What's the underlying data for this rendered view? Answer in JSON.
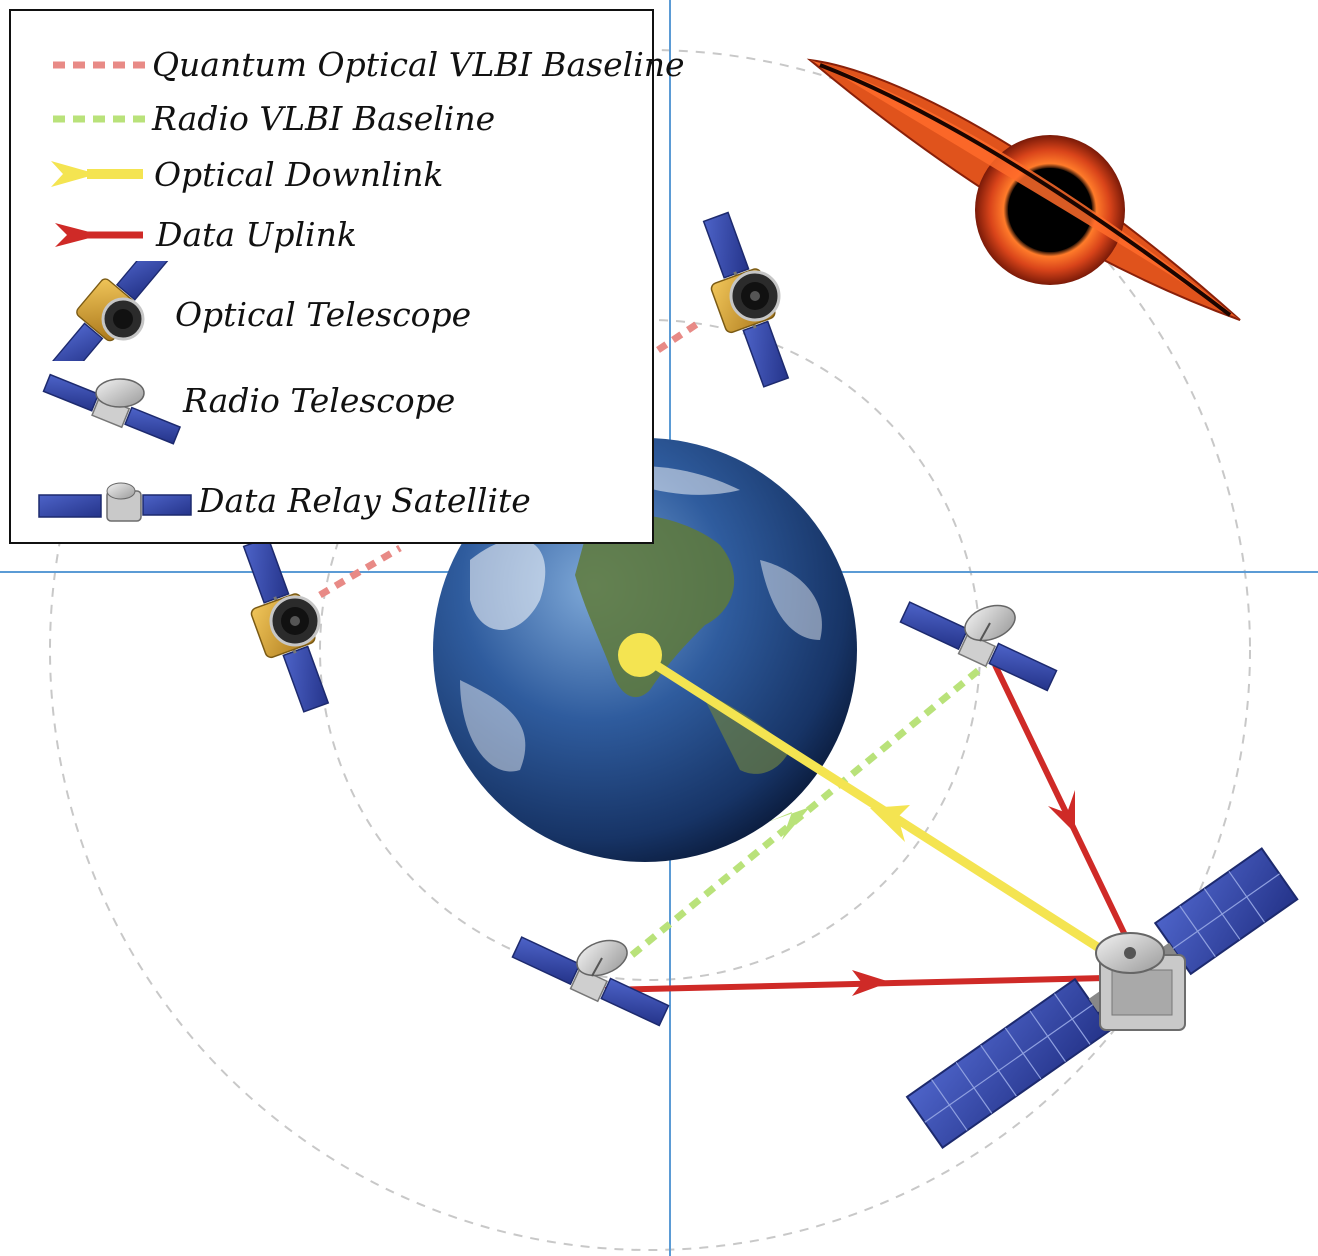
{
  "legend": {
    "quantum_baseline": "Quantum Optical VLBI Baseline",
    "radio_baseline": "Radio VLBI Baseline",
    "optical_downlink": "Optical Downlink",
    "data_uplink": "Data Uplink",
    "optical_telescope": "Optical Telescope",
    "radio_telescope": "Radio Telescope",
    "relay_satellite": "Data Relay Satellite"
  },
  "colors": {
    "quantum_baseline": "#e88a86",
    "radio_baseline": "#b9e27a",
    "optical_downlink": "#f4e451",
    "data_uplink": "#cf2a27",
    "axis_lines": "#5b9bd5",
    "orbit_lines": "#c8c8c8",
    "solar_panel": "#3a4db0",
    "gold_foil": "#d9a62e",
    "black_hole_disk": "#e0531c"
  },
  "icons": {
    "earth": "earth-globe",
    "black_hole": "black-hole-accretion-disk",
    "optical_telescope": "optical-telescope-satellite",
    "radio_telescope": "radio-dish-satellite",
    "relay_satellite": "data-relay-satellite"
  }
}
